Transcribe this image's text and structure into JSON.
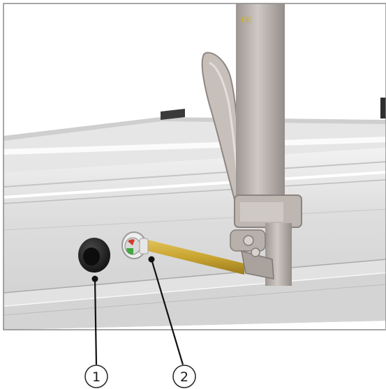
{
  "diagram": {
    "callouts": [
      {
        "number": "1"
      },
      {
        "number": "2"
      }
    ],
    "pole_marking": "FE"
  },
  "colors": {
    "background": "#ffffff",
    "frame_border": "#8a8a8a",
    "rail_light": "#e9e9e9",
    "rail_mid": "#d2d2d2",
    "rail_dark": "#b8b8b8",
    "post": "#b9b3ae",
    "post_dark": "#8f8884",
    "pin_gold": "#c9a531",
    "knob_black": "#1b1b1b",
    "leader": "#111111"
  }
}
